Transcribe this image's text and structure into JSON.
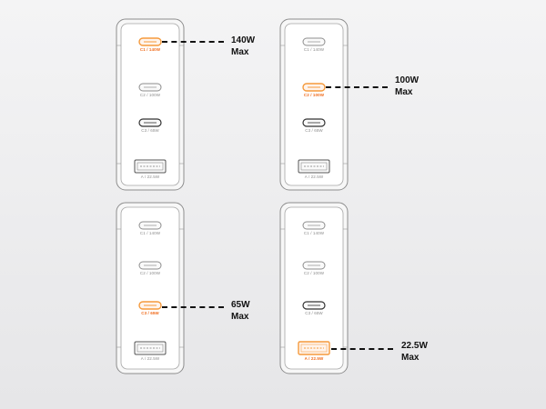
{
  "ports": {
    "c1": "C1 / 140W",
    "c2": "C2 / 100W",
    "c3": "C3 / 65W",
    "a": "A / 22.5W"
  },
  "callouts": {
    "c1": {
      "watt": "140W",
      "max": "Max"
    },
    "c2": {
      "watt": "100W",
      "max": "Max"
    },
    "c3": {
      "watt": "65W",
      "max": "Max"
    },
    "a": {
      "watt": "22.5W",
      "max": "Max"
    }
  },
  "colors": {
    "highlight": "#f06a1a",
    "outline": "#8d8d8d",
    "body": "#f7f7f7"
  }
}
